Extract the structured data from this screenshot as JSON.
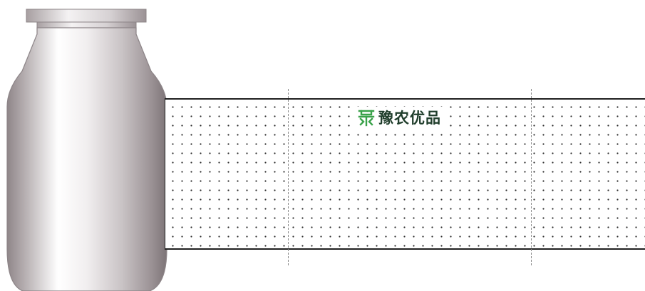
{
  "label": {
    "brand_name": "豫农优品",
    "logo_icon": "yu-character-logo-icon",
    "logo_color": "#3aa24a",
    "text_color": "#1f3d2b",
    "pattern": "dotted"
  },
  "bottle": {
    "material": "metallic-silver",
    "icon": "milk-bottle-icon"
  }
}
